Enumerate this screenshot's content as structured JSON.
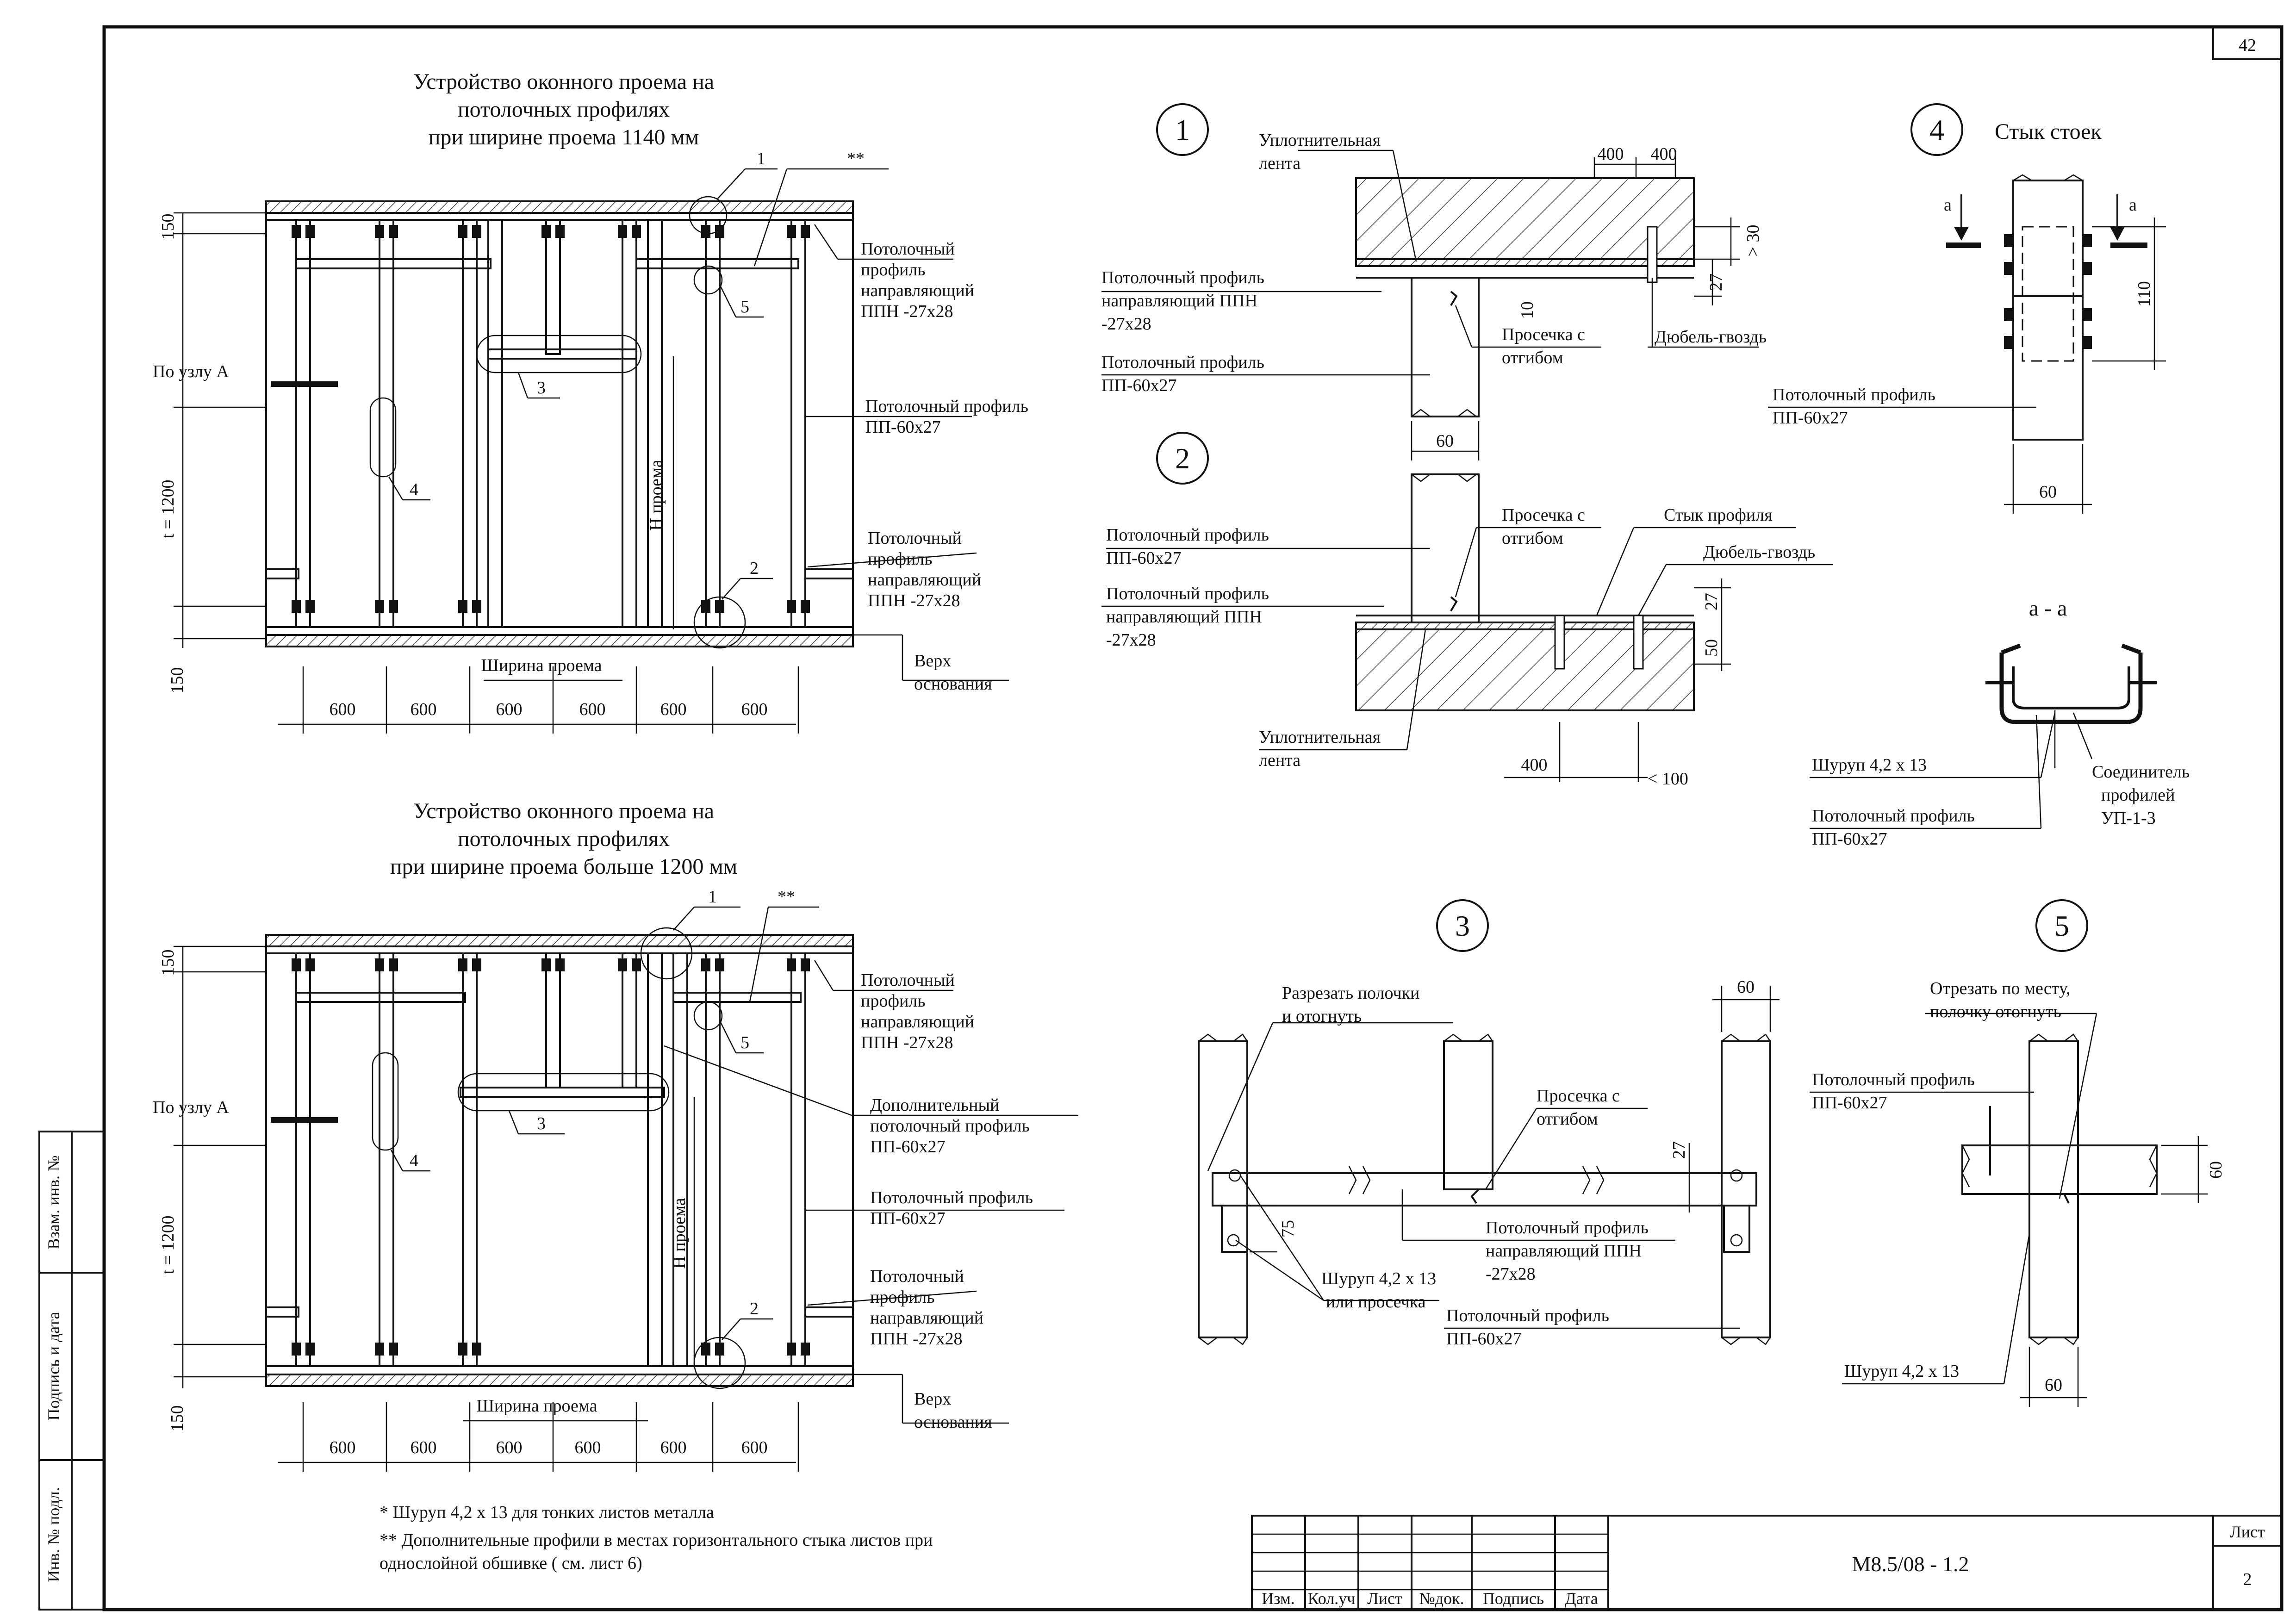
{
  "sheet_number_top": "42",
  "drawing_a": {
    "title": [
      "Устройство оконного  проема на",
      "потолочных профилях",
      "при ширине проема  1140 мм"
    ],
    "node_ref": "По узлу А",
    "callouts": [
      "1",
      "2",
      "3",
      "4",
      "5",
      "**"
    ],
    "label_top_guide": [
      "Потолочный",
      "профиль",
      "направляющий",
      "ППН -27х28"
    ],
    "label_stud": [
      "Потолочный профиль",
      "ПП-60х27"
    ],
    "label_bottom_guide": [
      "Потолочный",
      "профиль",
      "направляющий",
      "ППН -27х28"
    ],
    "label_base": [
      "Верх",
      "основания"
    ],
    "dim_vertical": [
      "150",
      "t = 1200",
      "150"
    ],
    "opening_height": "H проема",
    "opening_width": "Ширина проема",
    "dims_bottom": [
      "600",
      "600",
      "600",
      "600",
      "600",
      "600"
    ]
  },
  "drawing_b": {
    "title": [
      "Устройство оконного проема на",
      "потолочных профилях",
      "при ширине проема больше 1200 мм"
    ],
    "node_ref": "По узлу А",
    "callouts": [
      "1",
      "2",
      "3",
      "4",
      "5",
      "**"
    ],
    "label_top_guide": [
      "Потолочный",
      "профиль",
      "направляющий",
      "ППН -27х28"
    ],
    "label_extra": [
      "Дополнительный",
      "потолочный профиль",
      "ПП-60х27"
    ],
    "label_stud": [
      "Потолочный профиль",
      "ПП-60х27"
    ],
    "label_bottom_guide": [
      "Потолочный",
      "профиль",
      "направляющий",
      "ППН -27х28"
    ],
    "label_base": [
      "Верх",
      "основания"
    ],
    "dim_vertical": [
      "150",
      "t = 1200",
      "150"
    ],
    "opening_height": "H проема",
    "opening_width": "Ширина проема",
    "dims_bottom": [
      "600",
      "600",
      "600",
      "600",
      "600",
      "600"
    ]
  },
  "notes": [
    "*  Шуруп 4,2 х 13 для тонких листов металла",
    "** Дополнительные профили в местах горизонтального стыка листов при",
    "однослойной обшивке ( см. лист 6)"
  ],
  "detail_1": {
    "number": "1",
    "sealing_tape": [
      "Уплотнительная",
      "лента"
    ],
    "dims": [
      "400",
      "400",
      "> 30",
      "27",
      "10",
      "60"
    ],
    "guide": [
      "Потолочный профиль",
      "направляющий ППН",
      "-27х28"
    ],
    "stud": [
      "Потолочный профиль",
      "ПП-60х27"
    ],
    "notch": [
      "Просечка с",
      "отгибом"
    ],
    "dowel": "Дюбель-гвоздь"
  },
  "detail_2": {
    "number": "2",
    "stud": [
      "Потолочный профиль",
      "ПП-60х27"
    ],
    "guide": [
      "Потолочный профиль",
      "направляющий ППН",
      "-27х28"
    ],
    "notch": [
      "Просечка с",
      "отгибом"
    ],
    "joint": "Стык  профиля",
    "dowel": "Дюбель-гвоздь",
    "sealing_tape": [
      "Уплотнительная",
      "лента"
    ],
    "dims": [
      "27",
      "50",
      "400",
      "< 100"
    ]
  },
  "detail_4": {
    "number": "4",
    "title": "Стык стоек",
    "section_mark": "а",
    "stud": [
      "Потолочный профиль",
      "ПП-60х27"
    ],
    "dims": [
      "110",
      "60"
    ],
    "section_title": "а  -  а",
    "screw": "Шуруп 4,2 х 13",
    "stud2": [
      "Потолочный профиль",
      "ПП-60х27"
    ],
    "connector": [
      "Соединитель",
      "профилей",
      "УП-1-3"
    ]
  },
  "detail_3": {
    "number": "3",
    "cut": [
      "Разрезать полочки",
      "и отогнуть"
    ],
    "notch": [
      "Просечка с",
      "отгибом"
    ],
    "guide": [
      "Потолочный профиль",
      "направляющий ППН",
      "-27х28"
    ],
    "screw": [
      "Шуруп 4,2 х 13",
      "или просечка"
    ],
    "stud": [
      "Потолочный профиль",
      "ПП-60х27"
    ],
    "dims": [
      "60",
      "27",
      "75"
    ]
  },
  "detail_5": {
    "number": "5",
    "cut": [
      "Отрезать по месту,",
      "полочку отогнуть"
    ],
    "stud": [
      "Потолочный профиль",
      "ПП-60х27"
    ],
    "screw": "Шуруп 4,2 х 13",
    "dims": [
      "60",
      "60"
    ]
  },
  "side_stamp": [
    "Взам. инв. №",
    "Подпись и дата",
    "Инв. № подл."
  ],
  "title_block": {
    "columns": [
      "Изм.",
      "Кол.уч",
      "Лист",
      "№док.",
      "Подпись",
      "Дата"
    ],
    "code": "М8.5/08 - 1.2",
    "sheet_label": "Лист",
    "sheet_value": "2"
  }
}
